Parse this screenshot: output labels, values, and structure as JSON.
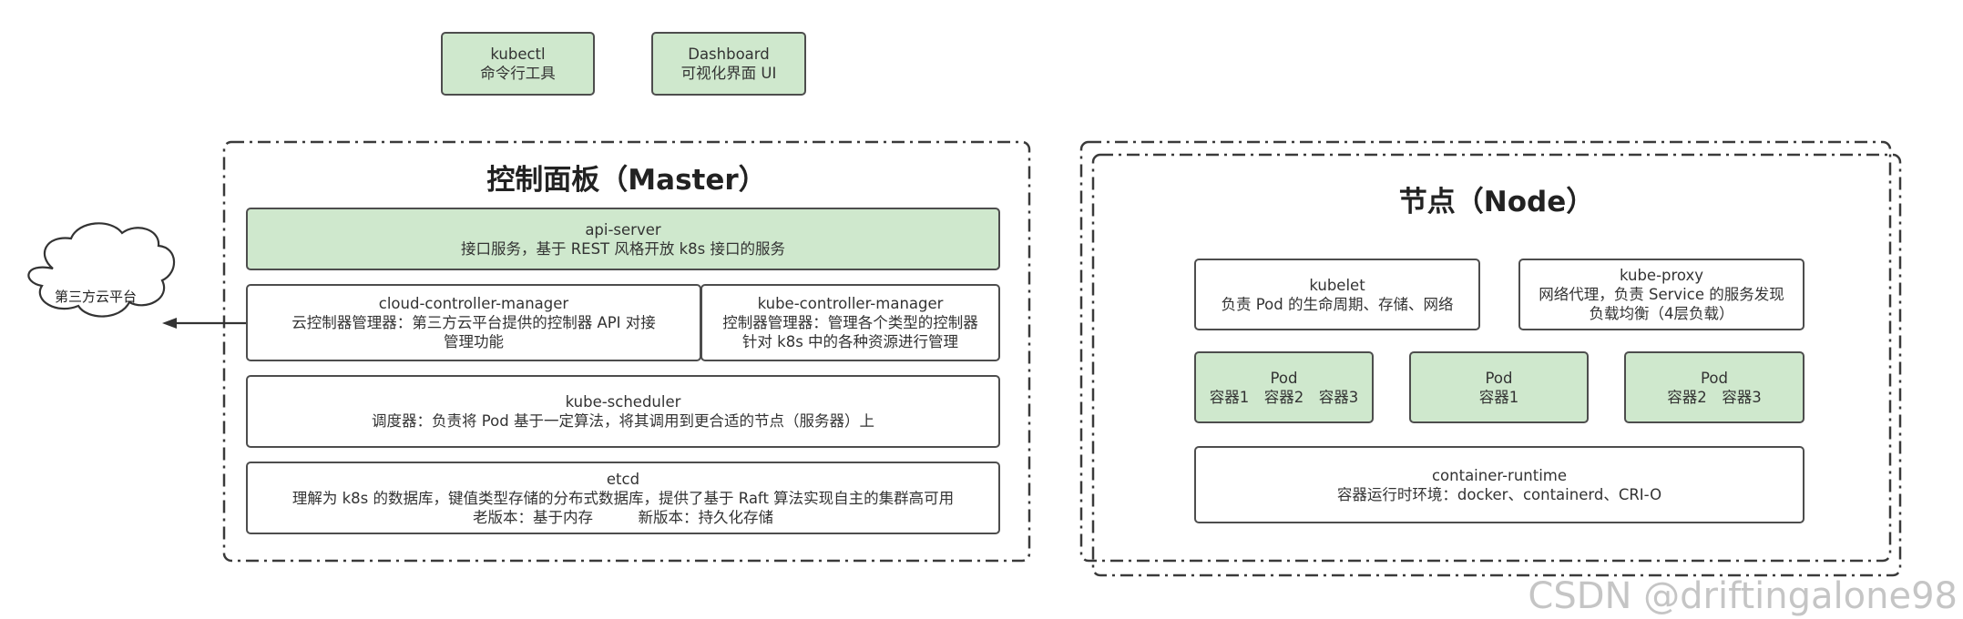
{
  "tools": {
    "kubectl": {
      "name": "kubectl",
      "desc": "命令行工具"
    },
    "dashboard": {
      "name": "Dashboard",
      "desc": "可视化界面 UI"
    }
  },
  "master": {
    "title": "控制面板（Master）",
    "api_server": {
      "name": "api-server",
      "desc": "接口服务，基于 REST 风格开放 k8s 接口的服务"
    },
    "ccm": {
      "name": "cloud-controller-manager",
      "desc1": "云控制器管理器：第三方云平台提供的控制器 API 对接",
      "desc2": "管理功能"
    },
    "kcm": {
      "name": "kube-controller-manager",
      "desc1": "控制器管理器：管理各个类型的控制器",
      "desc2": "针对 k8s 中的各种资源进行管理"
    },
    "scheduler": {
      "name": "kube-scheduler",
      "desc": "调度器：负责将 Pod 基于一定算法，将其调用到更合适的节点（服务器）上"
    },
    "etcd": {
      "name": "etcd",
      "desc1": "理解为 k8s 的数据库，键值类型存储的分布式数据库，提供了基于 Raft 算法实现自主的集群高可用",
      "desc2": "老版本：基于内存　　　新版本：持久化存储"
    }
  },
  "cloud": {
    "label": "第三方云平台"
  },
  "node": {
    "title": "节点（Node）",
    "kubelet": {
      "name": "kubelet",
      "desc": "负责 Pod 的生命周期、存储、网络"
    },
    "kube_proxy": {
      "name": "kube-proxy",
      "desc1": "网络代理，负责 Service 的服务发现",
      "desc2": "负载均衡（4层负载）"
    },
    "pods": [
      {
        "name": "Pod",
        "containers": "容器1　容器2　容器3"
      },
      {
        "name": "Pod",
        "containers": "容器1"
      },
      {
        "name": "Pod",
        "containers": "容器2　容器3"
      }
    ],
    "runtime": {
      "name": "container-runtime",
      "desc": "容器运行时环境：docker、containerd、CRI-O"
    }
  },
  "watermark": "CSDN @driftingalone98"
}
